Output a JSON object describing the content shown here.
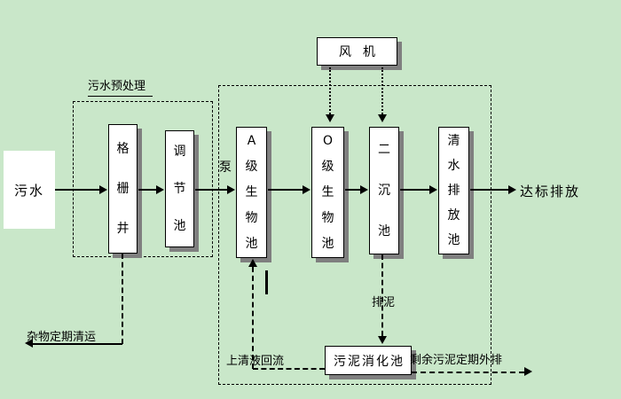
{
  "colors": {
    "page_background": "#c9e7c9",
    "node_fill": "#ffffff",
    "node_border": "#000000",
    "node_shadow": "#7f7f7f",
    "connector": "#000000",
    "text": "#000000"
  },
  "nodes": {
    "influent": "污水",
    "pretreatment_group": "污水预处理",
    "grid_well": "格栅井",
    "regulating_tank": "调节池",
    "pump": "泵",
    "blower": "风机",
    "a_grade_bio_tank": "A级生物池",
    "o_grade_bio_tank": "O级生物池",
    "secondary_clarifier": "二沉池",
    "clear_water_discharge_tank": "清水排放池",
    "effluent": "达标排放",
    "sludge_digestion_tank": "污泥消化池"
  },
  "annotations": {
    "debris_removal": "杂物定期清运",
    "supernatant_return": "上清液回流",
    "sludge_discharge": "排泥",
    "excess_sludge_out": "剩余污泥定期外排"
  }
}
